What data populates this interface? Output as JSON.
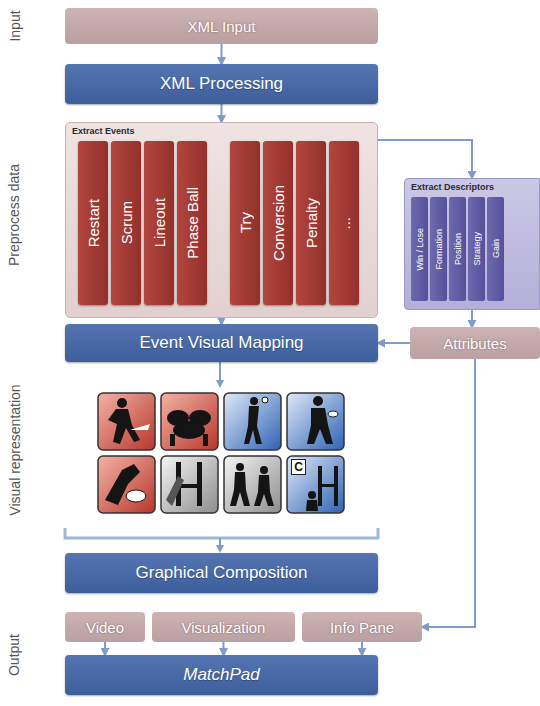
{
  "diagram": {
    "nodes": [
      {
        "text": [
          "XML Input"
        ]
      },
      {
        "text": [
          "XML Processing"
        ]
      },
      {
        "text": [
          "Extract Events"
        ]
      },
      {
        "text": [
          "Restart"
        ],
        "in": 2
      },
      {
        "text": [
          "Scrum"
        ],
        "in": 2
      },
      {
        "text": [
          "Lineout"
        ],
        "in": 2
      },
      {
        "text": [
          "Phase Ball"
        ],
        "in": 2
      },
      {
        "text": [
          "Try"
        ],
        "in": 2
      },
      {
        "text": [
          "Conversion"
        ],
        "in": 2
      },
      {
        "text": [
          "Penalty"
        ],
        "in": 2
      },
      {
        "text": [
          "..."
        ],
        "in": 2
      },
      {
        "text": [
          "Extract Descriptors"
        ]
      },
      {
        "text": [
          "Win / Lose"
        ],
        "in": 11
      },
      {
        "text": [
          "Formation"
        ],
        "in": 11
      },
      {
        "text": [
          "Position"
        ],
        "in": 11
      },
      {
        "text": [
          "Strategy"
        ],
        "in": 11
      },
      {
        "text": [
          "Gain"
        ],
        "in": 11
      },
      {
        "text": [
          "Event Visual Mapping"
        ]
      },
      {
        "text": [
          "Attributes"
        ]
      },
      {
        "text": [
          "Graphical Composition"
        ]
      },
      {
        "text": [
          "Video"
        ]
      },
      {
        "text": [
          "Visualization"
        ]
      },
      {
        "text": [
          "Info Pane"
        ]
      },
      {
        "text": [
          "MatchPad"
        ]
      }
    ],
    "edges": [
      {
        "from": 0,
        "to": 1,
        "arrow": "to"
      },
      {
        "from": 1,
        "to": 2,
        "arrow": "to"
      },
      {
        "from": 2,
        "to": 11,
        "arrow": "to"
      },
      {
        "from": 2,
        "to": 17,
        "arrow": "to"
      },
      {
        "from": 11,
        "to": 18,
        "arrow": "to"
      },
      {
        "from": 18,
        "to": 17,
        "arrow": "to"
      },
      {
        "from": 18,
        "to": 22,
        "arrow": "to"
      },
      {
        "from": 20,
        "to": 23,
        "arrow": "to"
      },
      {
        "from": 21,
        "to": 23,
        "arrow": "to"
      },
      {
        "from": 22,
        "to": 23,
        "arrow": "to"
      }
    ],
    "labels": [
      "Input",
      "Preprocess data",
      "Visual representation",
      "Output",
      "C"
    ]
  }
}
